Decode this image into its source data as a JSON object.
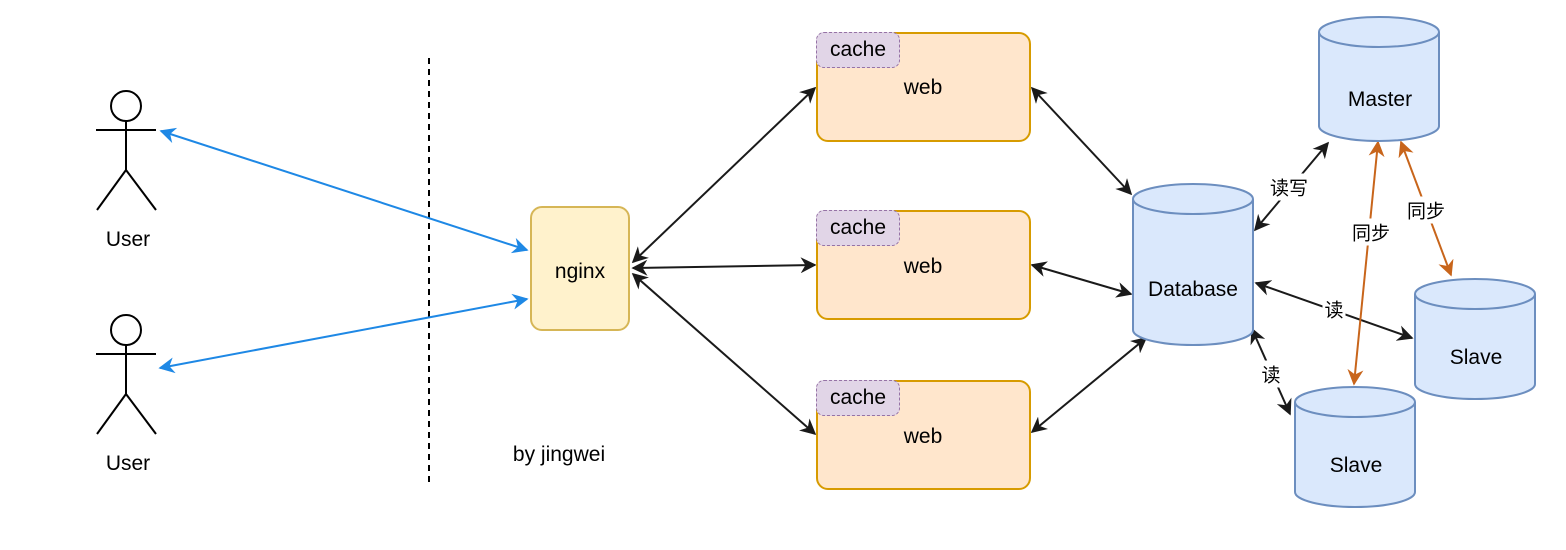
{
  "users": [
    {
      "label": "User"
    },
    {
      "label": "User"
    }
  ],
  "nginx": {
    "label": "nginx"
  },
  "author": "by jingwei",
  "web_servers": [
    {
      "label": "web",
      "cache_label": "cache"
    },
    {
      "label": "web",
      "cache_label": "cache"
    },
    {
      "label": "web",
      "cache_label": "cache"
    }
  ],
  "databases": {
    "main": "Database",
    "master": "Master",
    "slave_right": "Slave",
    "slave_bottom": "Slave"
  },
  "edge_labels": {
    "read_write": "读写",
    "sync_left": "同步",
    "sync_right": "同步",
    "read_right": "读",
    "read_bottom": "读"
  },
  "colors": {
    "user_edge": "#1e88e5",
    "sync_edge": "#c8651b",
    "black_edge": "#1a1a1a",
    "db_fill": "#dae8fc",
    "db_stroke": "#6c8ebf"
  }
}
